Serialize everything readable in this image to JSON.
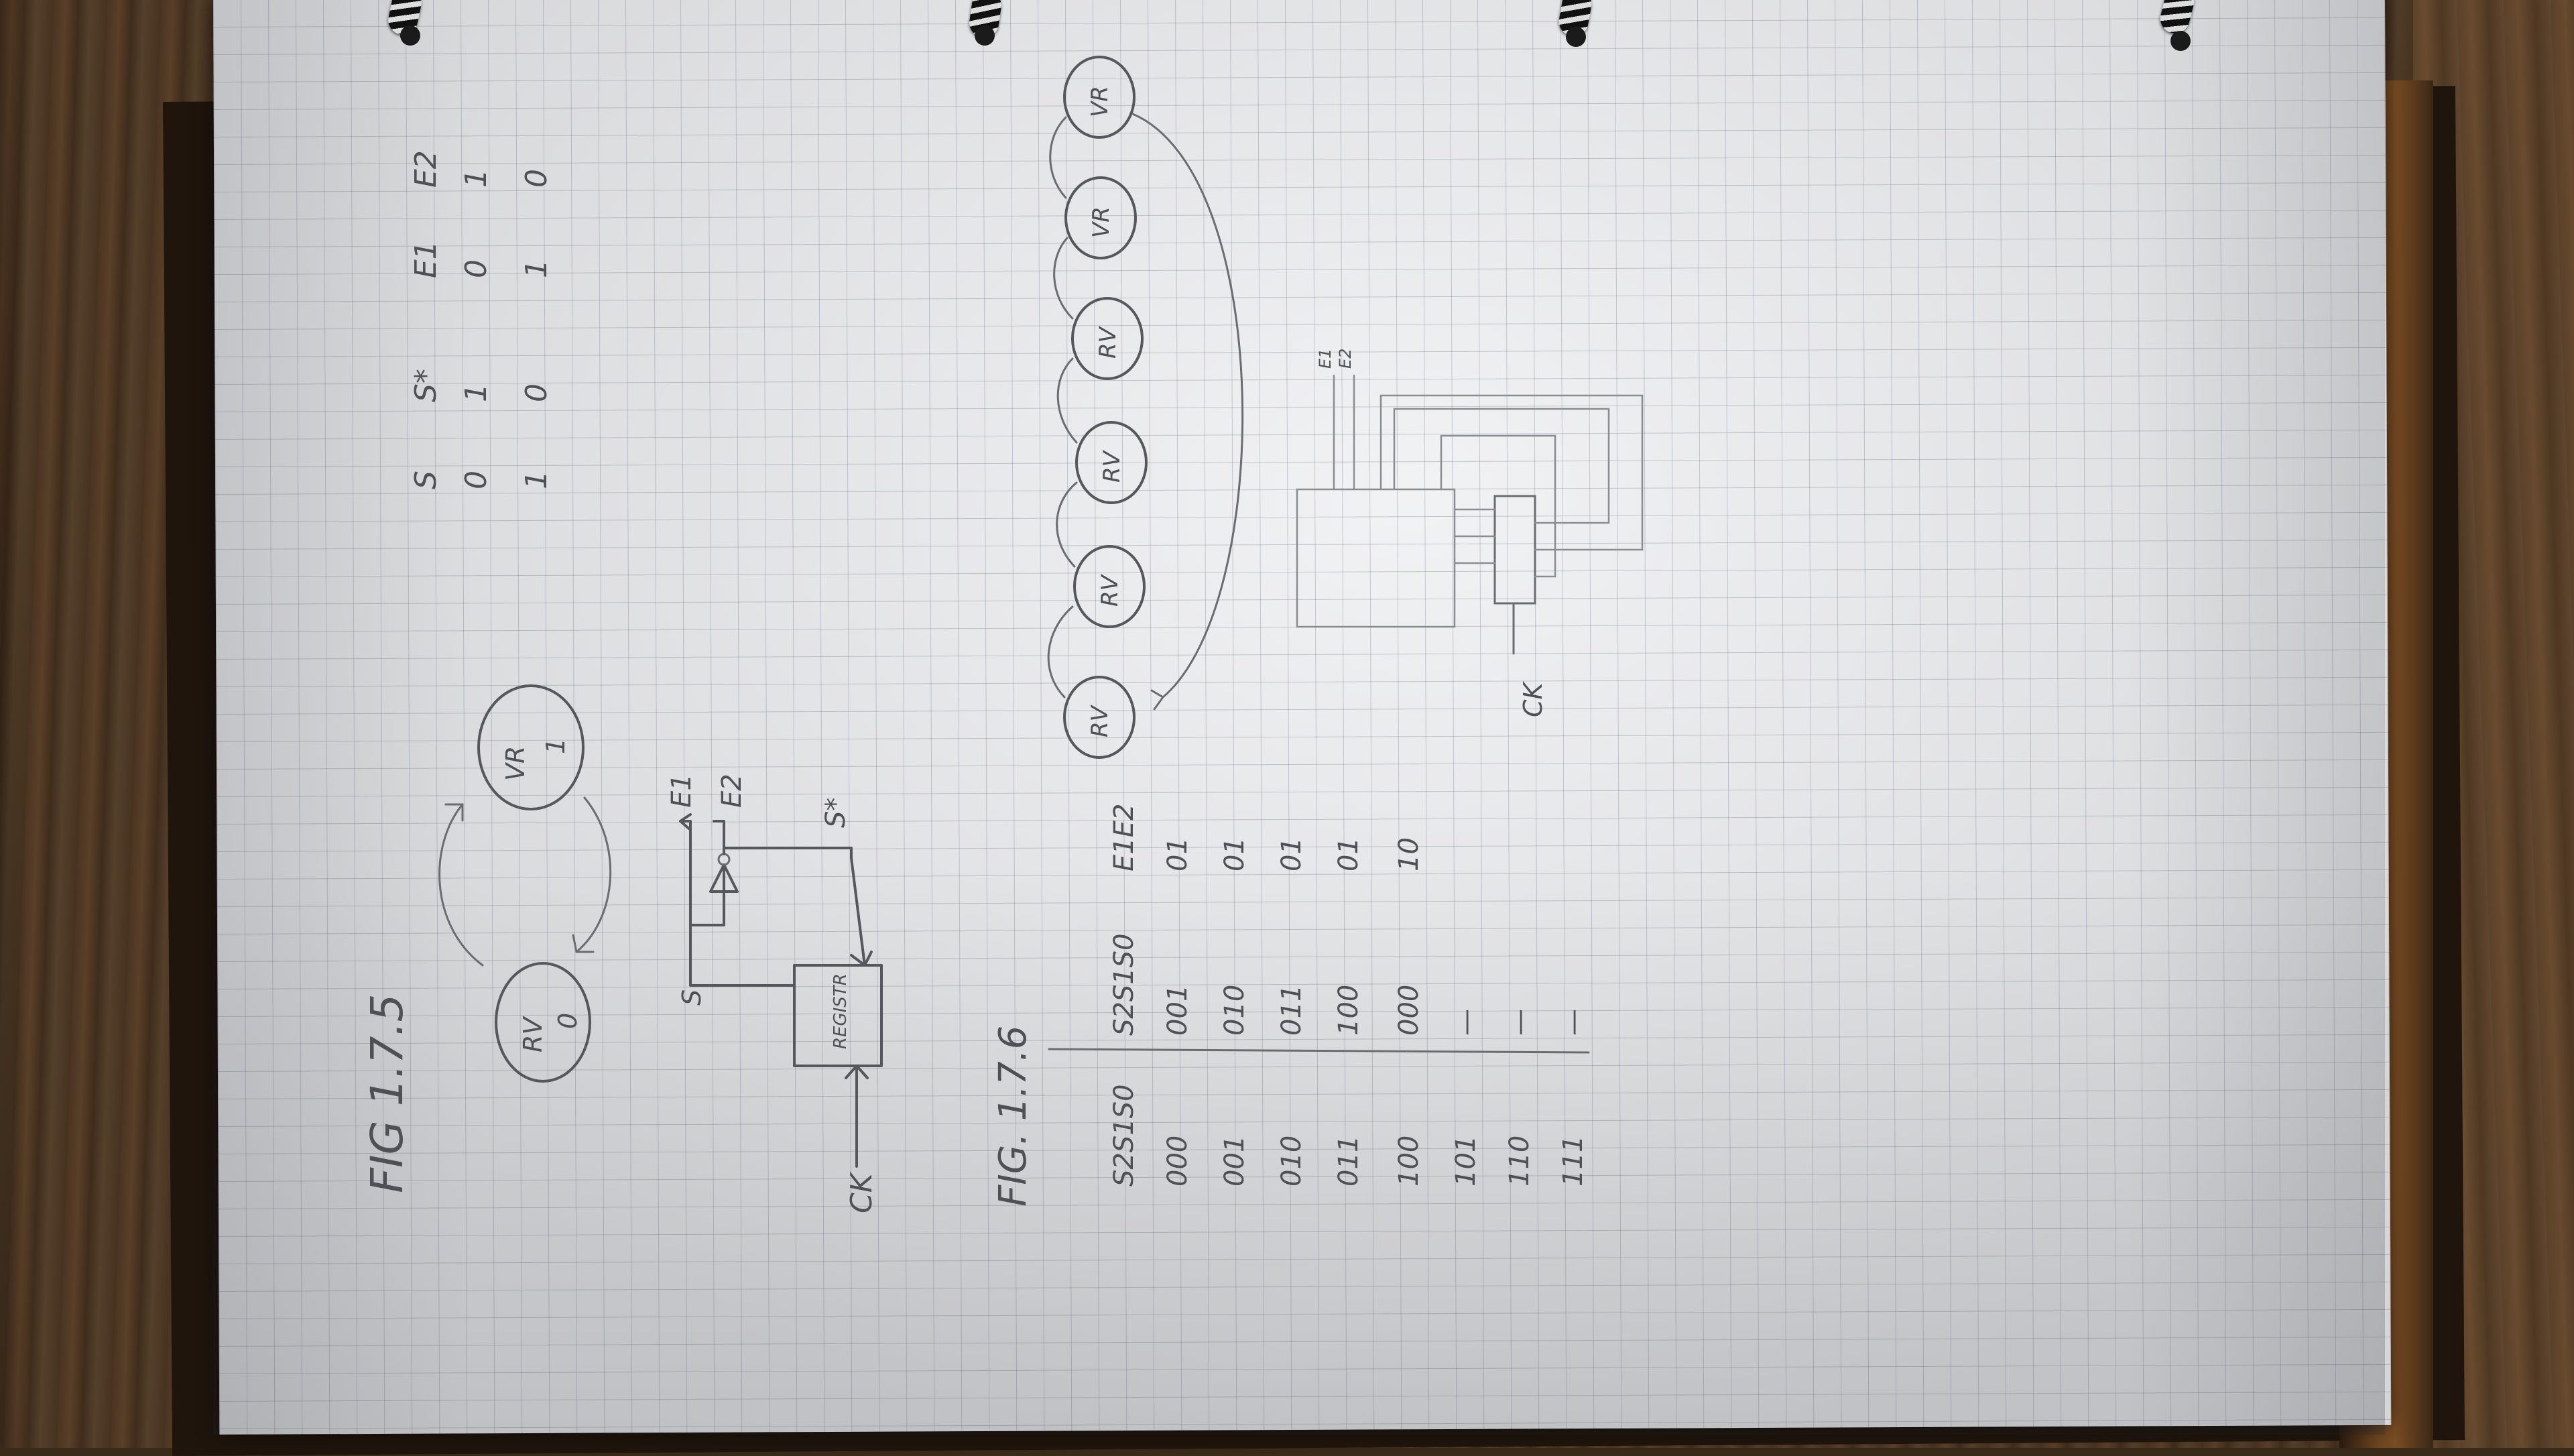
{
  "fig_1_7_5": {
    "title": "FIG 1.7.5",
    "state_rv": {
      "name": "RV",
      "code": "0"
    },
    "state_vr": {
      "name": "VR",
      "code": "1"
    },
    "block_label": "REGISTR",
    "inputs": {
      "clock": "CK",
      "state": "S"
    },
    "outputs": [
      "E1",
      "E2",
      "S*"
    ],
    "truth_table": {
      "headers": [
        "S",
        "S*",
        "E1",
        "E2"
      ],
      "rows": [
        [
          "0",
          "1",
          "0",
          "1"
        ],
        [
          "1",
          "0",
          "1",
          "0"
        ]
      ]
    }
  },
  "fig_1_7_6": {
    "title": "FIG. 1.7.6",
    "states": [
      "RV",
      "RV",
      "RV",
      "RV",
      "VR",
      "VR"
    ],
    "truth_table": {
      "headers": [
        "S2S1S0",
        "S2S1S0",
        "E1E2"
      ],
      "rows": [
        [
          "000",
          "001",
          "01"
        ],
        [
          "001",
          "010",
          "01"
        ],
        [
          "010",
          "011",
          "01"
        ],
        [
          "011",
          "100",
          "01"
        ],
        [
          "100",
          "000",
          "10"
        ],
        [
          "101",
          "—",
          ""
        ],
        [
          "110",
          "—",
          ""
        ],
        [
          "111",
          "—",
          ""
        ]
      ]
    },
    "clock_label": "CK",
    "output_labels": [
      "E1",
      "E2"
    ]
  },
  "colors": {
    "pencil": "#55575c",
    "paper": "#e7e8ea",
    "grid": "#8c96a8"
  }
}
